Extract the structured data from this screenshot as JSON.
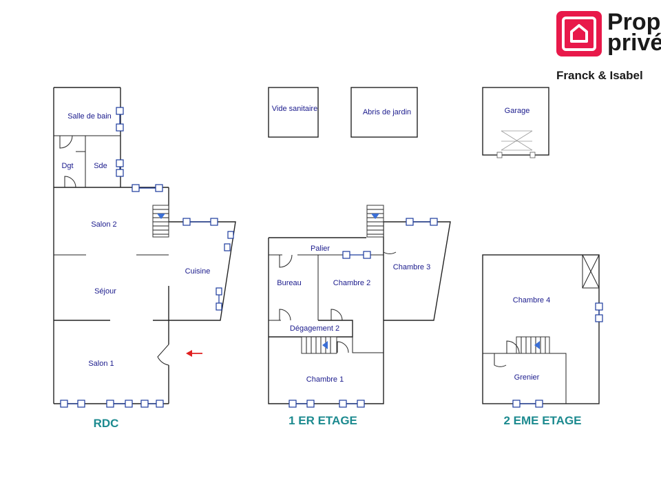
{
  "logo": {
    "brand_line1": "Prop",
    "brand_line2": "privé",
    "agent": "Franck & Isabel",
    "color": "#e8194a"
  },
  "floors": {
    "rdc": {
      "label": "RDC",
      "rooms": {
        "salle_de_bain": "Salle de bain",
        "dgt": "Dgt",
        "sde": "Sde",
        "salon2": "Salon 2",
        "cuisine": "Cuisine",
        "sejour": "Séjour",
        "salon1": "Salon 1"
      }
    },
    "etage1": {
      "label": "1 ER ETAGE",
      "rooms": {
        "palier": "Palier",
        "chambre3": "Chambre 3",
        "bureau": "Bureau",
        "chambre2": "Chambre 2",
        "degagement2": "Dégagement 2",
        "chambre1": "Chambre 1"
      }
    },
    "etage2": {
      "label": "2 EME ETAGE",
      "rooms": {
        "chambre4": "Chambre 4",
        "grenier": "Grenier"
      }
    }
  },
  "annexes": {
    "vide_sanitaire": "Vide sanitaire",
    "abris_de_jardin": "Abris de jardin",
    "garage": "Garage"
  },
  "colors": {
    "room_text": "#1a1a8c",
    "floor_label": "#1c8a8f",
    "entrance_arrow": "#e02020",
    "window": "#1a3a9c"
  },
  "icons": {
    "entrance": "red-arrow-left-icon",
    "stairs": "staircase-icon"
  }
}
